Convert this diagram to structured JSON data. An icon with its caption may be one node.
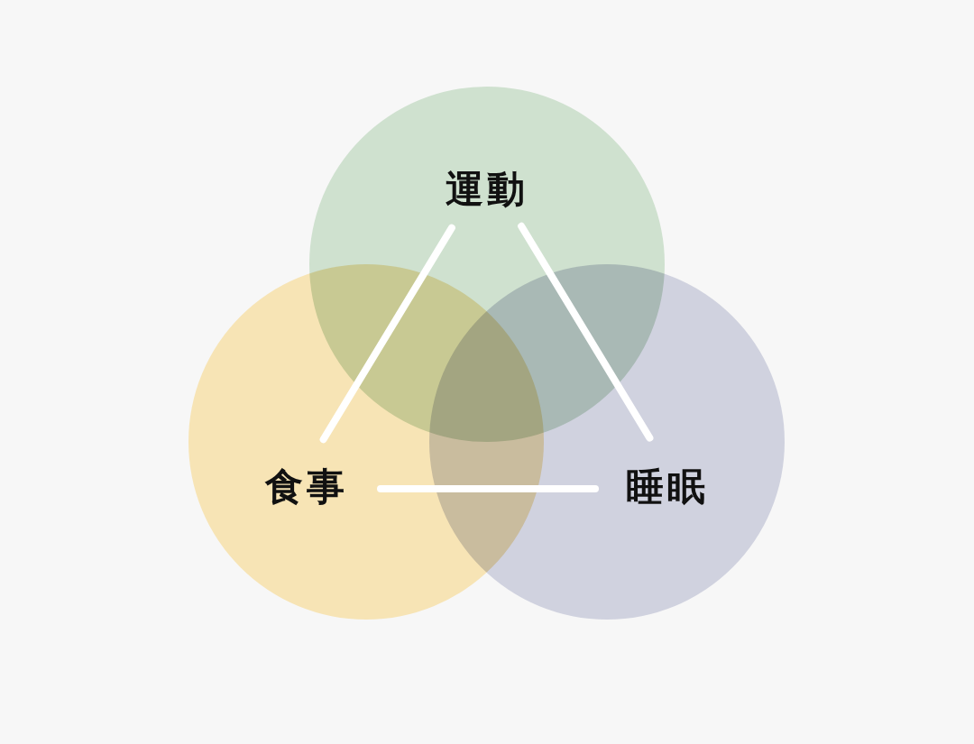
{
  "diagram": {
    "nodes": [
      {
        "text": [
          "運動"
        ]
      },
      {
        "text": [
          "食事"
        ]
      },
      {
        "text": [
          "睡眠"
        ]
      }
    ],
    "edges": [
      {
        "from": 0,
        "to": 1,
        "arrow": "none"
      },
      {
        "from": 2,
        "to": 0,
        "arrow": "none"
      },
      {
        "from": 1,
        "to": 2,
        "arrow": "none"
      }
    ]
  }
}
